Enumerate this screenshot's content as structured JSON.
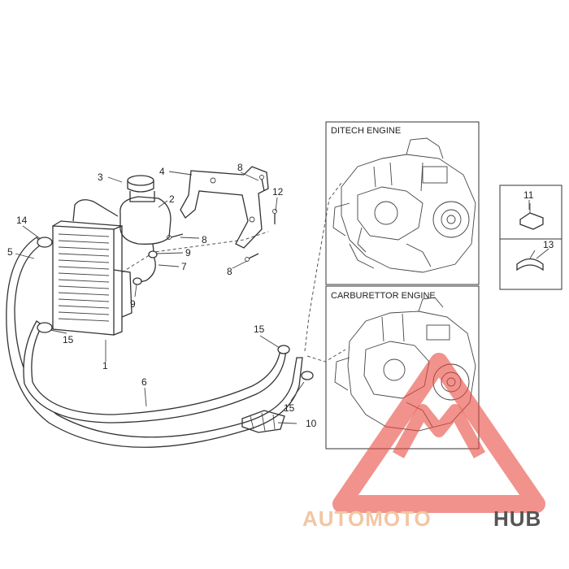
{
  "diagram": {
    "callouts": [
      {
        "id": "c1",
        "text": "1"
      },
      {
        "id": "c2",
        "text": "2"
      },
      {
        "id": "c3",
        "text": "3"
      },
      {
        "id": "c4",
        "text": "4"
      },
      {
        "id": "c5",
        "text": "5"
      },
      {
        "id": "c6",
        "text": "6"
      },
      {
        "id": "c7",
        "text": "7"
      },
      {
        "id": "c8a",
        "text": "8"
      },
      {
        "id": "c8b",
        "text": "8"
      },
      {
        "id": "c8c",
        "text": "8"
      },
      {
        "id": "c9a",
        "text": "9"
      },
      {
        "id": "c9b",
        "text": "9"
      },
      {
        "id": "c10",
        "text": "10"
      },
      {
        "id": "c11",
        "text": "11"
      },
      {
        "id": "c12",
        "text": "12"
      },
      {
        "id": "c13",
        "text": "13"
      },
      {
        "id": "c14",
        "text": "14"
      },
      {
        "id": "c15a",
        "text": "15"
      },
      {
        "id": "c15b",
        "text": "15"
      },
      {
        "id": "c15c",
        "text": "15"
      }
    ],
    "engine_boxes": {
      "ditech": "DITECH ENGINE",
      "carburettor": "CARBURETTOR ENGINE"
    }
  },
  "watermark": {
    "brand_part1": "AUTOMOTO",
    "brand_part2": "HUB",
    "colors": {
      "triangle": "#e84a3f",
      "text_light": "#f2c6a2",
      "text_dark": "#555555"
    }
  }
}
